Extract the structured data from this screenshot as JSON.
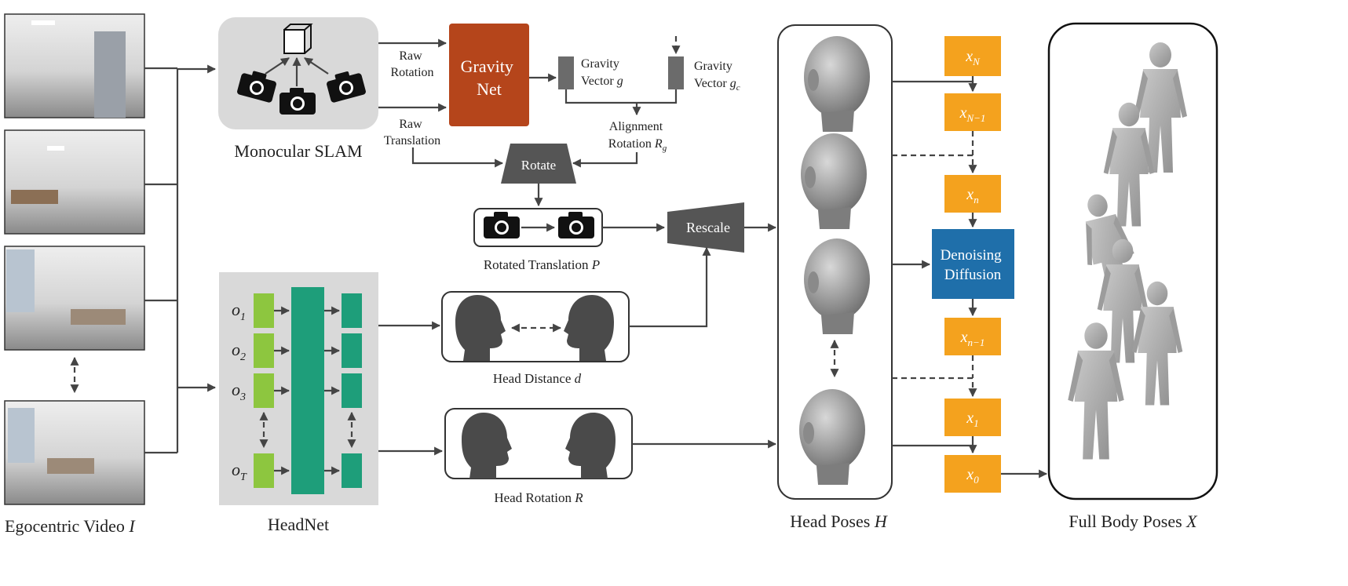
{
  "video": {
    "label": "Egocentric Video",
    "label_var": "I",
    "frames": [
      "frame-1",
      "frame-2",
      "frame-3",
      "frame-4"
    ]
  },
  "slam": {
    "label": "Monocular SLAM",
    "raw_rotation": [
      "Raw",
      "Rotation"
    ],
    "raw_translation": [
      "Raw",
      "Translation"
    ]
  },
  "gravity_net": {
    "line1": "Gravity",
    "line2": "Net",
    "color": "#B5451B"
  },
  "gravity_vector_g": {
    "line1": "Gravity",
    "line2": "Vector",
    "var": "g"
  },
  "gravity_vector_gc": {
    "line1": "Gravity",
    "line2": "Vector",
    "var": "g",
    "sub": "c"
  },
  "alignment": {
    "line1": "Alignment",
    "line2": "Rotation",
    "var": "R",
    "sub": "g"
  },
  "rotate": {
    "label": "Rotate",
    "color": "#555555"
  },
  "rotated_translation": {
    "label": "Rotated Translation",
    "var": "P"
  },
  "rescale": {
    "label": "Rescale",
    "color": "#555555"
  },
  "headnet": {
    "label": "HeadNet",
    "inputs": [
      {
        "var": "o",
        "sub": "1"
      },
      {
        "var": "o",
        "sub": "2"
      },
      {
        "var": "o",
        "sub": "3"
      },
      {
        "var": "o",
        "sub": "T"
      }
    ],
    "colors": {
      "input": "#8DC63F",
      "core": "#1E9E7A",
      "output": "#1E9E7A",
      "bg": "#D9D9D9"
    }
  },
  "head_distance": {
    "label": "Head Distance",
    "var": "d"
  },
  "head_rotation": {
    "label": "Head Rotation",
    "var": "R"
  },
  "head_poses": {
    "label": "Head Poses",
    "var": "H"
  },
  "diffusion": {
    "line1": "Denoising",
    "line2": "Diffusion",
    "color": "#1F6FAA",
    "box_color": "#F4A21E",
    "states": [
      {
        "var": "x",
        "sub": "N"
      },
      {
        "var": "x",
        "sub": "N−1"
      },
      {
        "var": "x",
        "sub": "n"
      },
      {
        "var": "x",
        "sub": "n−1"
      },
      {
        "var": "x",
        "sub": "1"
      },
      {
        "var": "x",
        "sub": "0"
      }
    ]
  },
  "full_body": {
    "label": "Full Body Poses",
    "var": "X"
  }
}
